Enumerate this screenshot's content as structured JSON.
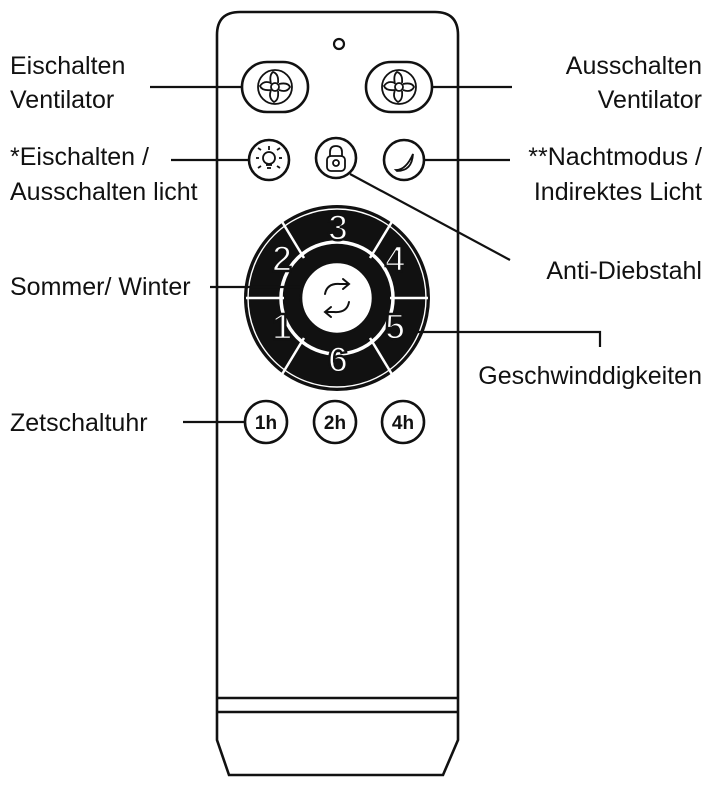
{
  "colors": {
    "ink": "#111111",
    "background": "#ffffff"
  },
  "labels": {
    "fan_on_line1": "Eischalten",
    "fan_on_line2": "Ventilator",
    "fan_off_line1": "Ausschalten",
    "fan_off_line2": "Ventilator",
    "light_line1": "*Eischalten /",
    "light_line2": "Ausschalten licht",
    "night_line1": "**Nachtmodus /",
    "night_line2": "Indirektes Licht",
    "anti_theft": "Anti-Diebstahl",
    "summer_winter": "Sommer/ Winter",
    "speeds": "Geschwinddigkeiten",
    "timer": "Zetschaltuhr"
  },
  "speed_buttons": [
    "1",
    "2",
    "3",
    "4",
    "5",
    "6"
  ],
  "timer_buttons": [
    "1h",
    "2h",
    "4h"
  ],
  "icons": {
    "fan_on": "fan-icon",
    "fan_off": "fan-icon",
    "light": "light-bulb-icon",
    "lock": "padlock-icon",
    "night": "crescent-moon-icon",
    "reverse": "reverse-arrows-icon"
  }
}
